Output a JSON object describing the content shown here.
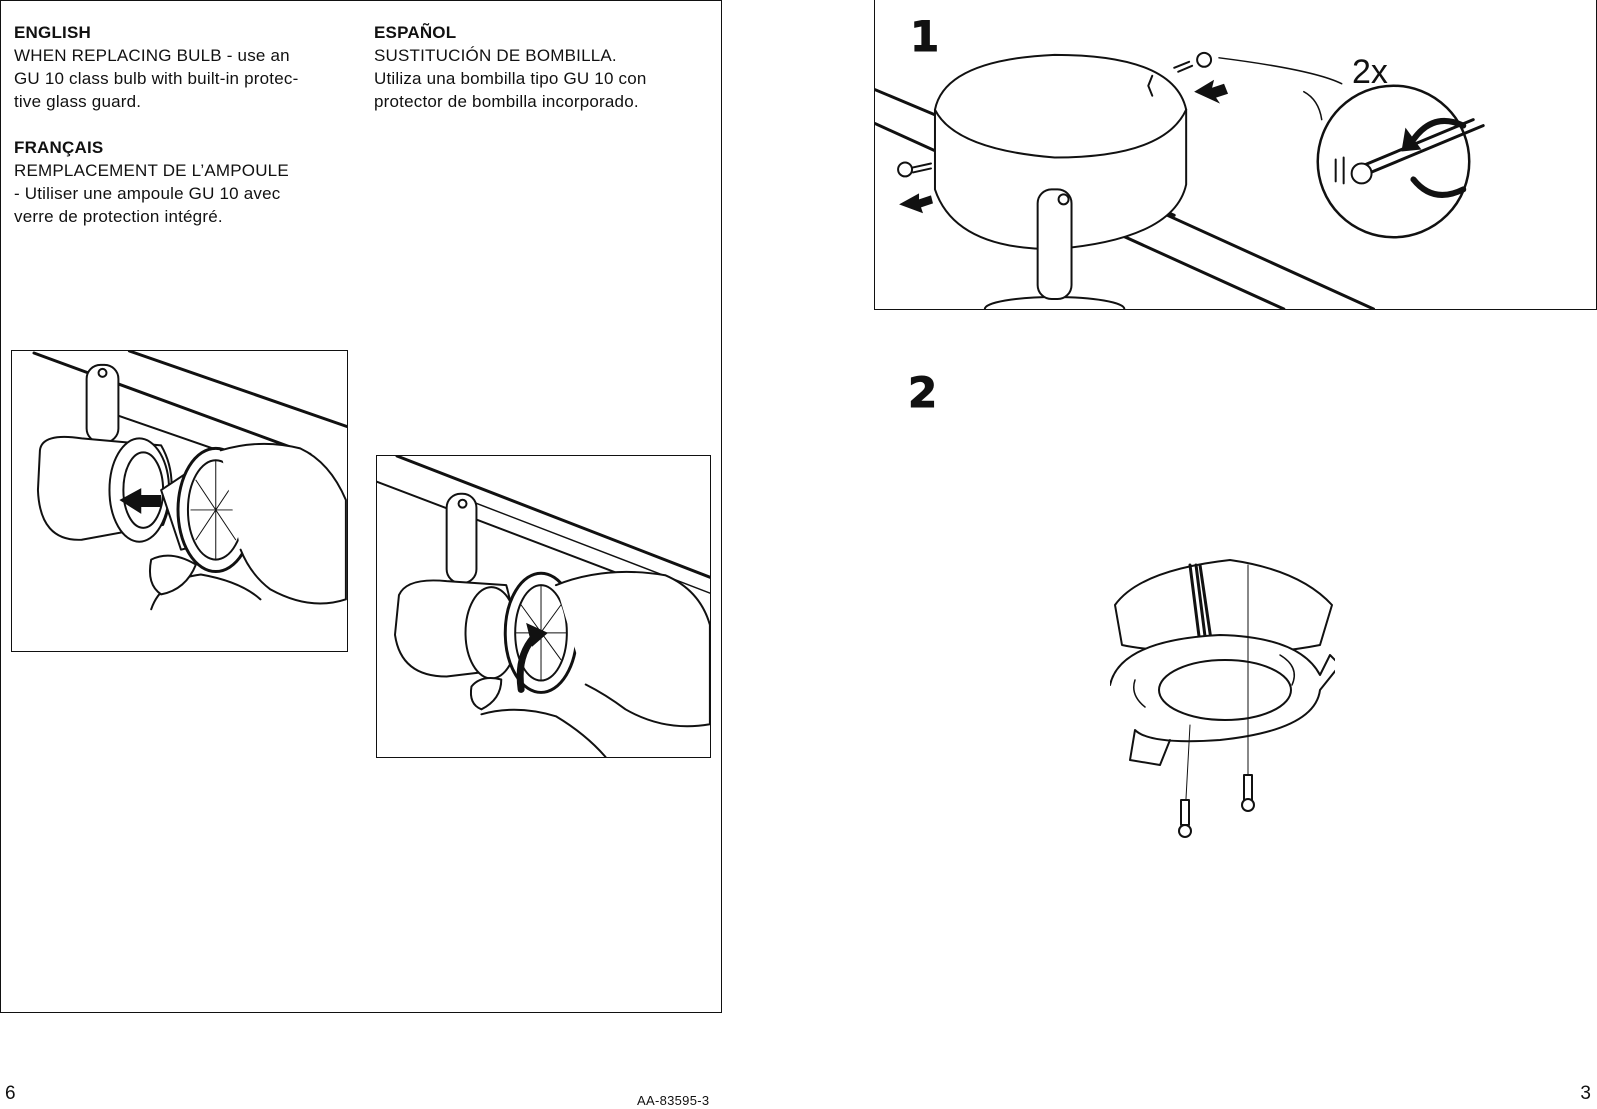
{
  "instructions": {
    "english": {
      "heading": "ENGLISH",
      "lines": [
        "WHEN REPLACING BULB - use an",
        "GU 10 class bulb with built-in protec-",
        "tive glass guard."
      ]
    },
    "francais": {
      "heading": "FRANÇAIS",
      "lines": [
        "REMPLACEMENT DE L’AMPOULE",
        "- Utiliser une ampoule GU 10 avec",
        "verre de protection intégré."
      ]
    },
    "espanol": {
      "heading": "ESPAÑOL",
      "lines": [
        "SUSTITUCIÓN DE BOMBILLA.",
        "Utiliza una bombilla tipo GU 10 con",
        "protector de bombilla incorporado."
      ]
    }
  },
  "steps": {
    "step1": {
      "number": "1",
      "count_label": "2x"
    },
    "step2": {
      "number": "2"
    }
  },
  "footer": {
    "left_page_number": "6",
    "document_id": "AA-83595-3",
    "right_page_number": "3"
  },
  "colors": {
    "ink": "#111111",
    "paper": "#ffffff"
  },
  "icons": [
    "arrow-push-icon",
    "arrow-rotate-icon",
    "screw-icon",
    "screwdriver-icon"
  ]
}
